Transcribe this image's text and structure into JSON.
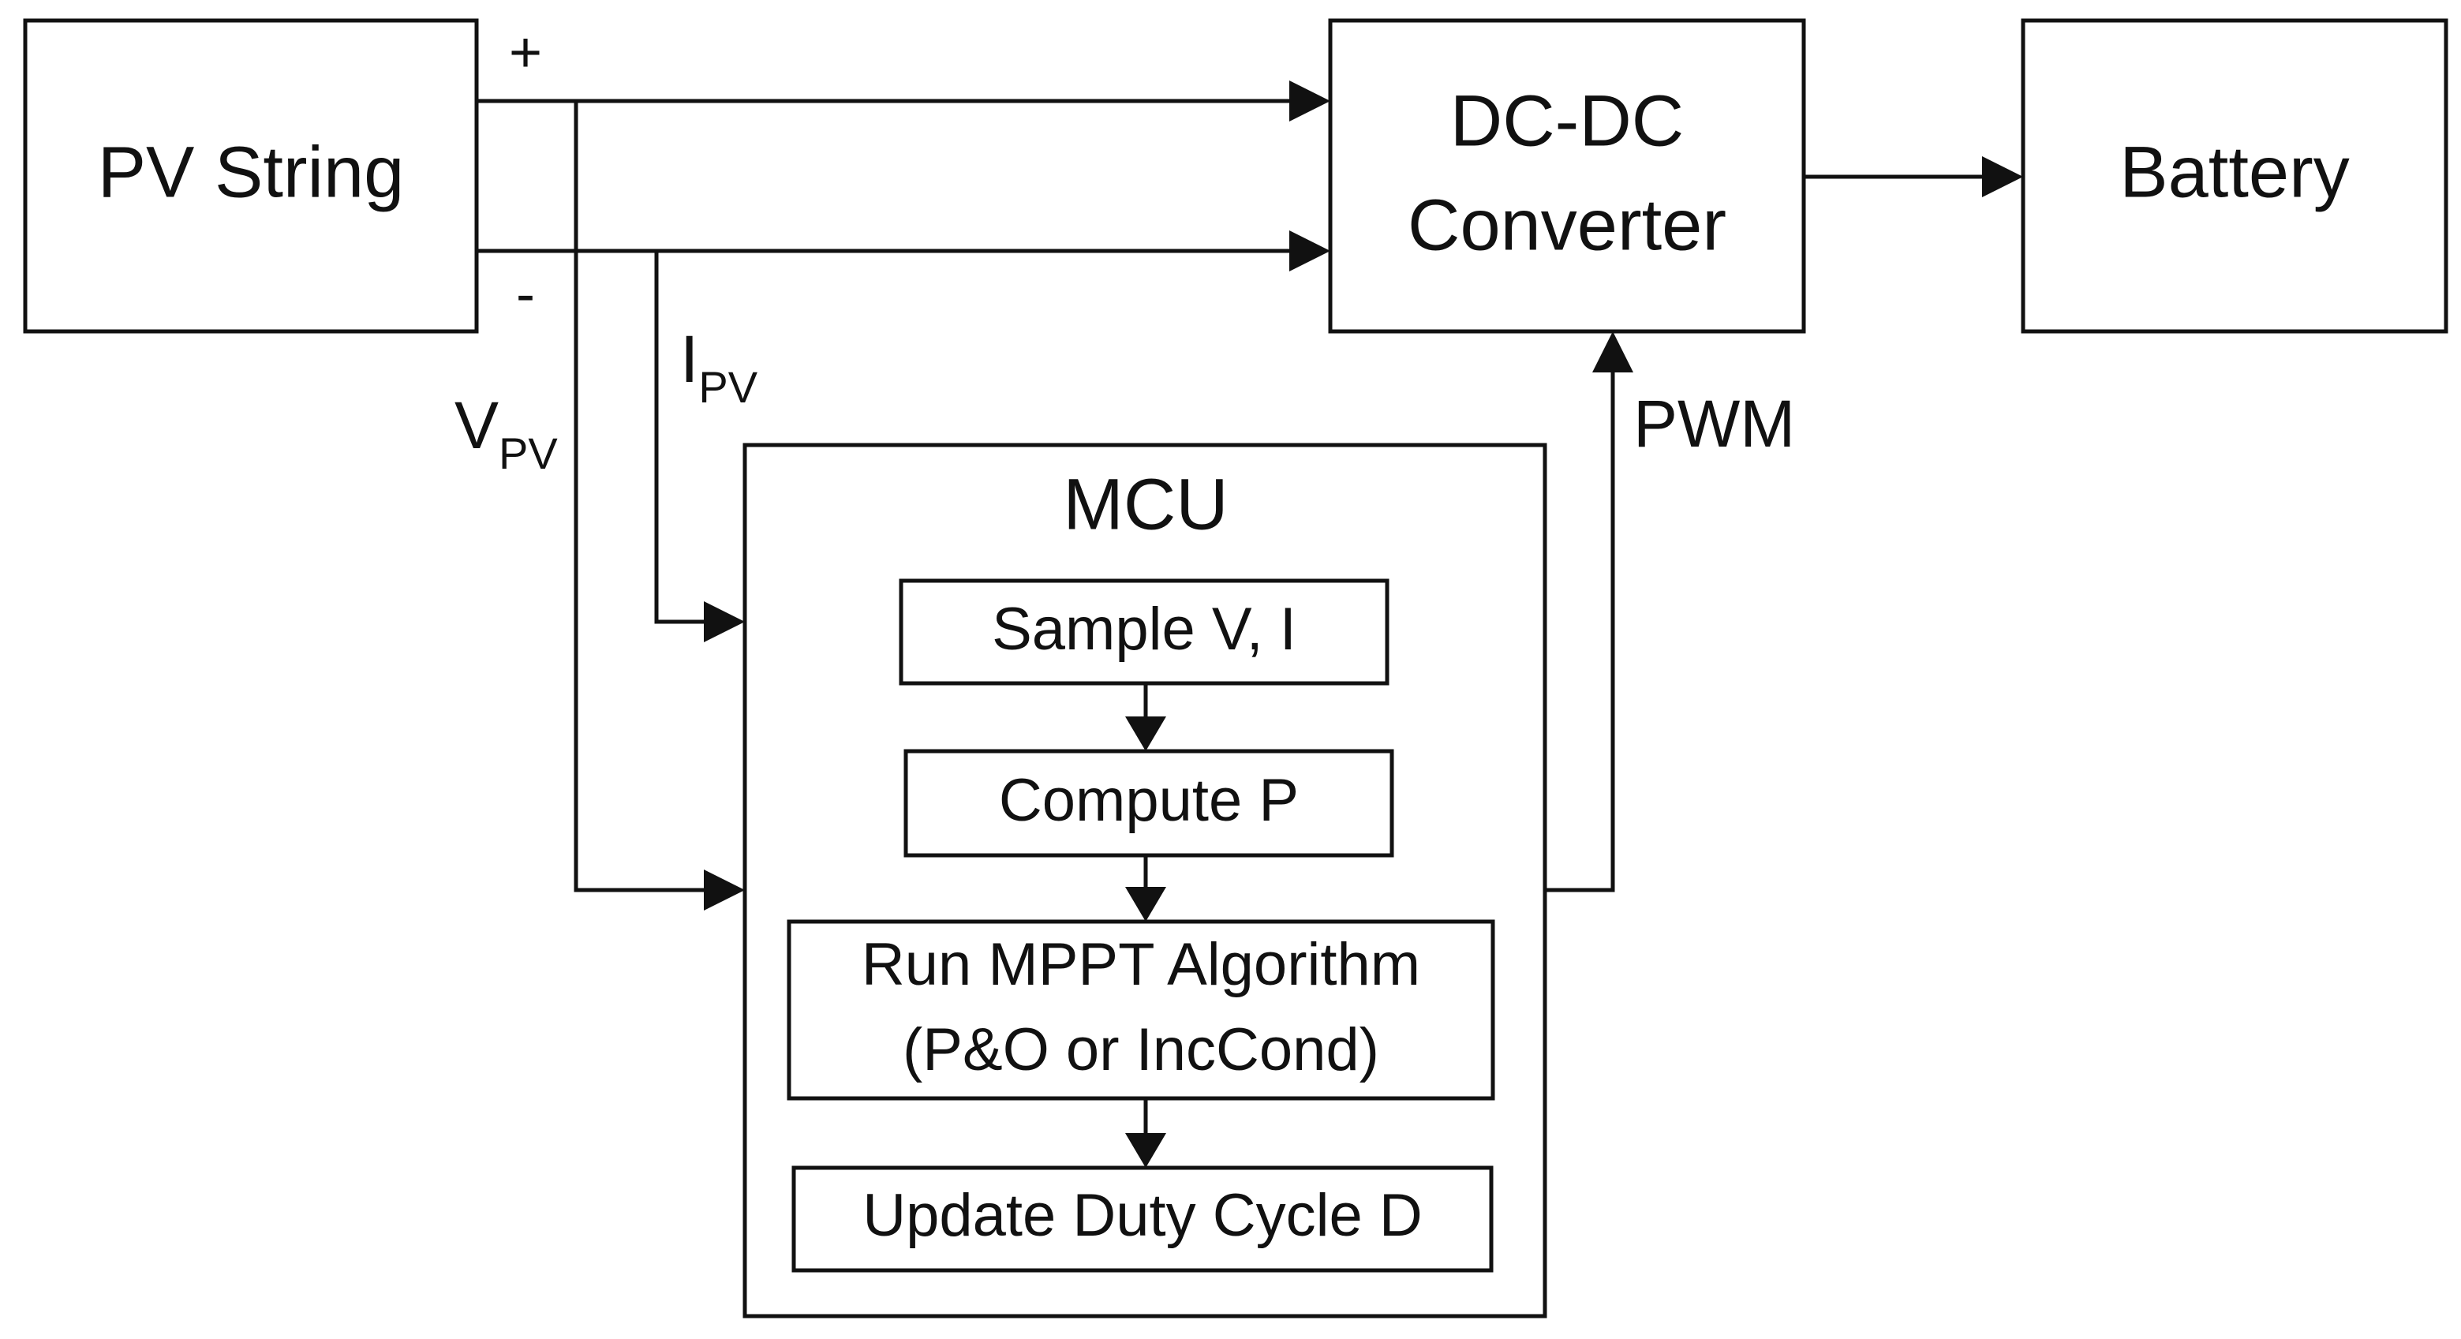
{
  "blocks": {
    "pv_string": "PV String",
    "dcdc_line1": "DC-DC",
    "dcdc_line2": "Converter",
    "battery": "Battery",
    "mcu": "MCU"
  },
  "mcu_steps": {
    "sample": "Sample V, I",
    "compute": "Compute P",
    "mppt_line1": "Run MPPT Algorithm",
    "mppt_line2": "(P&O or IncCond)",
    "update": "Update Duty Cycle D"
  },
  "signals": {
    "plus": "+",
    "minus": "-",
    "v_main": "V",
    "v_sub": "PV",
    "i_main": "I",
    "i_sub": "PV",
    "pwm": "PWM"
  }
}
